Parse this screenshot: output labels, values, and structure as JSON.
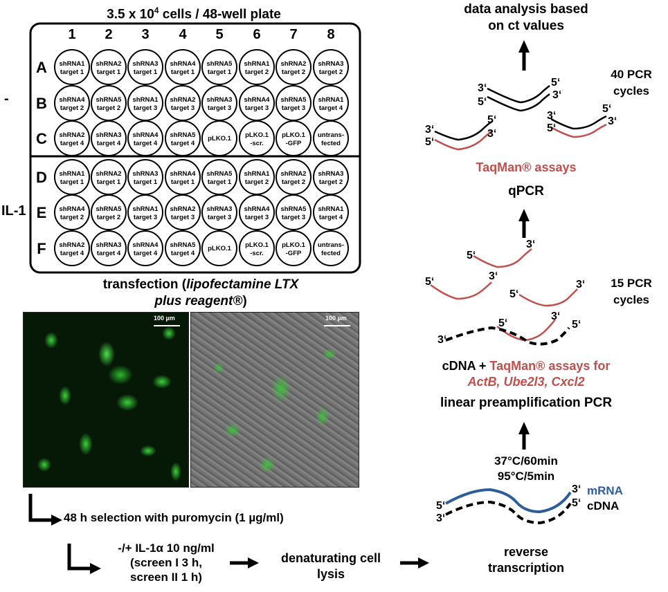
{
  "plate": {
    "title_pre": "3.5 x 10",
    "title_sup": "4",
    "title_post": " cells / 48-well plate",
    "columns": [
      "1",
      "2",
      "3",
      "4",
      "5",
      "6",
      "7",
      "8"
    ],
    "row_labels": [
      "A",
      "B",
      "C",
      "D",
      "E",
      "F"
    ],
    "side_labels": [
      "-",
      "IL-1"
    ],
    "wells": [
      [
        [
          "shRNA1",
          "target 1"
        ],
        [
          "shRNA2",
          "target 1"
        ],
        [
          "shRNA3",
          "target 1"
        ],
        [
          "shRNA4",
          "target 1"
        ],
        [
          "shRNA5",
          "target 1"
        ],
        [
          "shRNA1",
          "target 2"
        ],
        [
          "shRNA2",
          "target 2"
        ],
        [
          "shRNA3",
          "target  2"
        ]
      ],
      [
        [
          "shRNA4",
          "target 2"
        ],
        [
          "shRNA5",
          "target 2"
        ],
        [
          "shRNA1",
          "target 3"
        ],
        [
          "shRNA2",
          "target 3"
        ],
        [
          "shRNA3",
          "target 3"
        ],
        [
          "shRNA4",
          "target 3"
        ],
        [
          "shRNA5",
          "target 3"
        ],
        [
          "shRNA1",
          "target 4"
        ]
      ],
      [
        [
          "shRNA2",
          "target 4"
        ],
        [
          "shRNA3",
          "target 4"
        ],
        [
          "shRNA4",
          "target 4"
        ],
        [
          "shRNA5",
          "target 4"
        ],
        [
          "pLKO.1",
          ""
        ],
        [
          "pLKO.1",
          "-scr."
        ],
        [
          "pLKO.1",
          "-GFP"
        ],
        [
          "untrans-",
          "fected"
        ]
      ],
      [
        [
          "shRNA1",
          "target 1"
        ],
        [
          "shRNA2",
          "target 1"
        ],
        [
          "shRNA3",
          "target 1"
        ],
        [
          "shRNA4",
          "target 1"
        ],
        [
          "shRNA5",
          "target 1"
        ],
        [
          "shRNA1",
          "target 2"
        ],
        [
          "shRNA2",
          "target 2"
        ],
        [
          "shRNA3",
          "target  2"
        ]
      ],
      [
        [
          "shRNA4",
          "target 2"
        ],
        [
          "shRNA5",
          "target 2"
        ],
        [
          "shRNA1",
          "target 3"
        ],
        [
          "shRNA2",
          "target 3"
        ],
        [
          "shRNA3",
          "target 3"
        ],
        [
          "shRNA4",
          "target 3"
        ],
        [
          "shRNA5",
          "target 3"
        ],
        [
          "shRNA1",
          "target 4"
        ]
      ],
      [
        [
          "shRNA2",
          "target 4"
        ],
        [
          "shRNA3",
          "target 4"
        ],
        [
          "shRNA4",
          "target 4"
        ],
        [
          "shRNA5",
          "target 4"
        ],
        [
          "pLKO.1",
          ""
        ],
        [
          "pLKO.1",
          "-scr."
        ],
        [
          "pLKO.1",
          "-GFP"
        ],
        [
          "untrans-",
          "fected"
        ]
      ]
    ]
  },
  "transfection": {
    "pre": "transfection (",
    "italic1": "lipofectamine LTX",
    "italic2": "plus reagent®",
    "post": ")"
  },
  "micrographs": {
    "scale_left": "100 µm",
    "scale_right": "100 µm"
  },
  "steps": {
    "selection": "48 h selection with puromycin (1 µg/ml)",
    "il1_line1": "-/+ IL-1α 10 ng/ml",
    "il1_line2": "(screen I 3 h,",
    "il1_line3": "screen II 1 h)",
    "lysis_line1": "denaturating cell",
    "lysis_line2": "lysis",
    "rt_line1": "reverse",
    "rt_line2": "transcription"
  },
  "right": {
    "analysis_line1": "data analysis based",
    "analysis_line2": "on ct values",
    "pcr40": [
      "40 PCR",
      "cycles"
    ],
    "pcr15": [
      "15 PCR",
      "cycles"
    ],
    "taqman": "TaqMan® assays",
    "qpcr": "qPCR",
    "cdna_pre": "cDNA + ",
    "cdna_red": "TaqMan® assays for",
    "genes": "ActB, Ube2l3, Cxcl2",
    "linear": "linear preamplification PCR",
    "temp1": "37°C/60min",
    "temp2": "95°C/5min",
    "mrna": "mRNA",
    "cdna": "cDNA",
    "p3": "3‘",
    "p5": "5‘"
  },
  "colors": {
    "red": "#c0504d",
    "blue": "#2e5e9a",
    "green": "#3cd23c"
  }
}
